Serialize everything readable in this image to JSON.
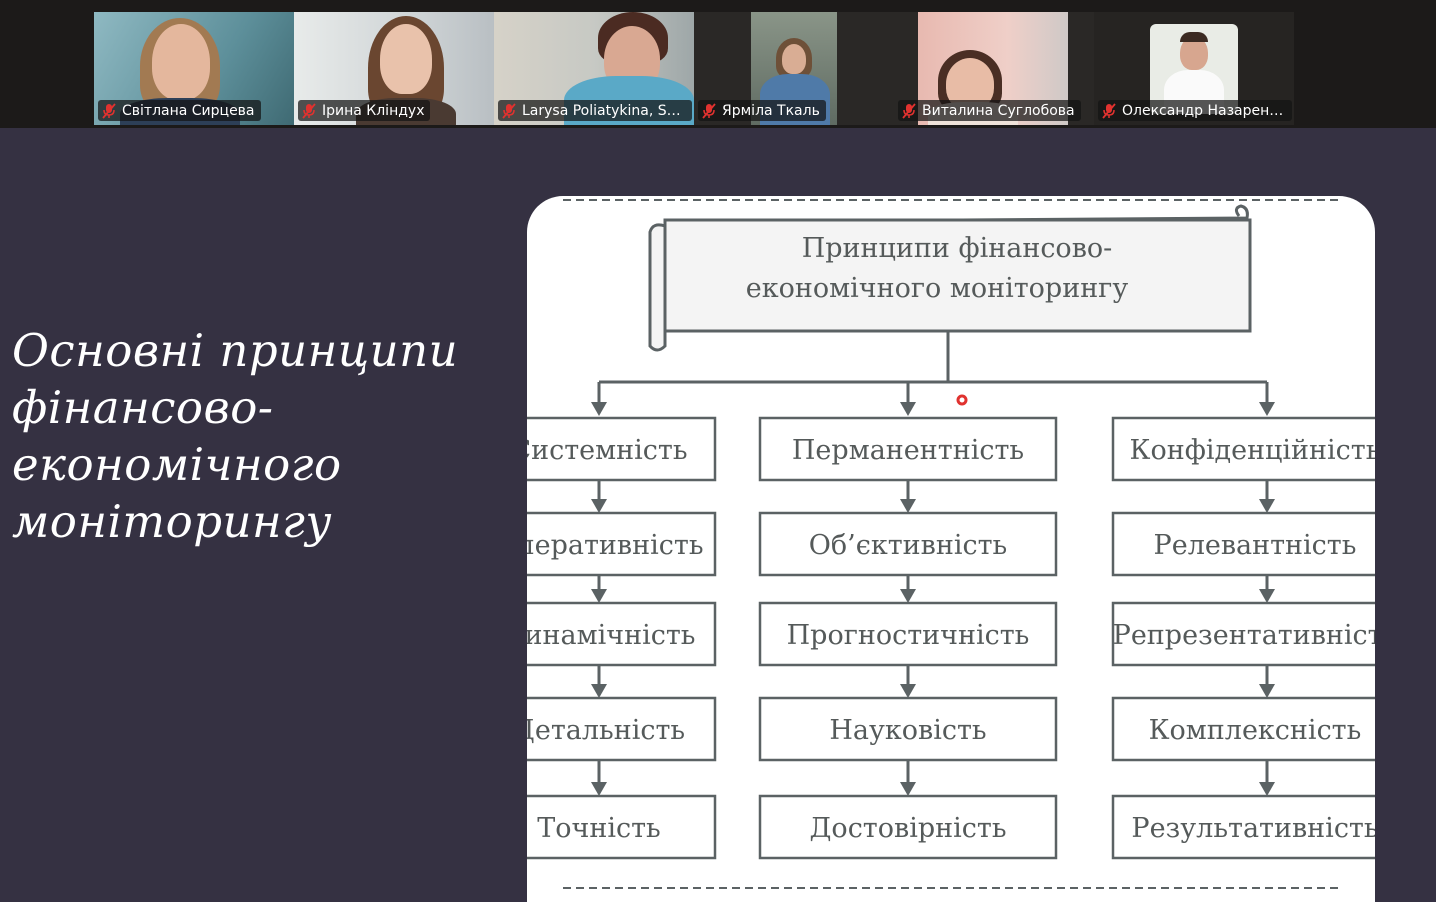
{
  "participants": [
    {
      "name": "Світлана Сирцева",
      "muted": true
    },
    {
      "name": "Ірина Кліндух",
      "muted": true
    },
    {
      "name": "Larysa Poliatykina, SN...",
      "muted": true
    },
    {
      "name": "Ярміла Ткаль",
      "muted": true
    },
    {
      "name": "Виталина Суглобова",
      "muted": true
    },
    {
      "name": "Олександр Назаренко",
      "muted": true
    }
  ],
  "slide": {
    "title_lines": [
      "Основні принципи",
      "фінансово-",
      "економічного",
      "моніторингу"
    ]
  },
  "diagram": {
    "header_lines": [
      "Принципи фінансово-",
      "економічного моніторингу"
    ],
    "columns": [
      [
        "Системність",
        "Оперативність",
        "Динамічність",
        "Детальність",
        "Точність"
      ],
      [
        "Перманентність",
        "Об’єктивність",
        "Прогностичність",
        "Науковість",
        "Достовірність"
      ],
      [
        "Конфіденційність",
        "Релевантність",
        "Репрезентативність",
        "Комплексність",
        "Результативність"
      ]
    ]
  },
  "colors": {
    "strip_bg": "#1c1a19",
    "slide_bg": "#353142",
    "title_text": "#ffffff",
    "muted_mic": "#e0322f",
    "diagram_line": "#5b6264",
    "pointer_dot": "#e0322f"
  },
  "icons": {
    "muted_mic": "mic-off-icon",
    "decoration": "crescent-moon-icon"
  }
}
